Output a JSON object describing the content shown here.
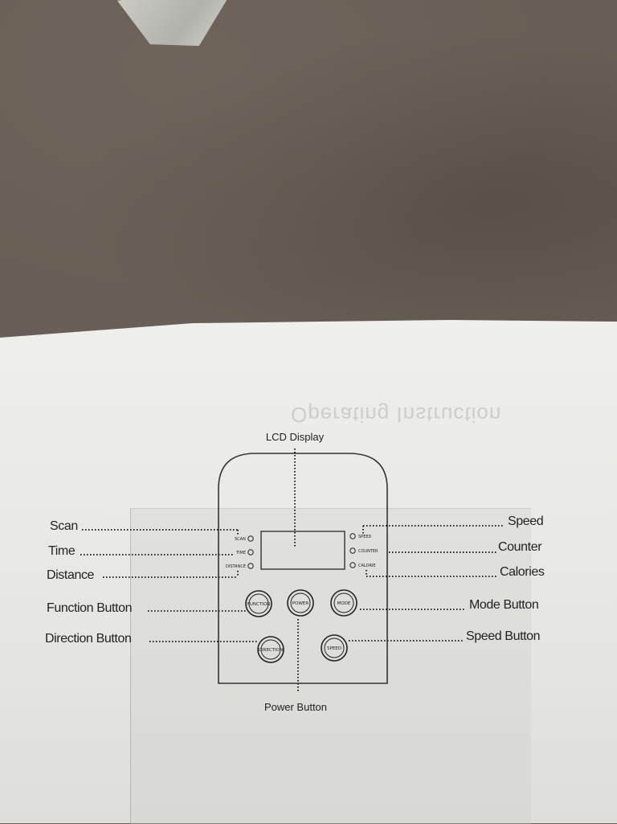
{
  "heading_ghost": "Operating Instruction",
  "panel": {
    "lcd_label": "LCD Display",
    "power_label": "Power Button",
    "indicators_left": [
      "SCAN",
      "TIME",
      "DISTANCE"
    ],
    "indicators_right": [
      "SPEED",
      "COUNTER",
      "CALORIE"
    ],
    "buttons": {
      "function": "FUNCTION",
      "power": "POWER",
      "mode": "MODE",
      "direction": "DIRECTION",
      "speed": "SPEED"
    }
  },
  "callouts_left": [
    "Scan",
    "Time",
    "Distance",
    "Function Button",
    "Direction Button"
  ],
  "callouts_right": [
    "Speed",
    "Counter",
    "Calories",
    "Mode Button",
    "Speed Button"
  ]
}
